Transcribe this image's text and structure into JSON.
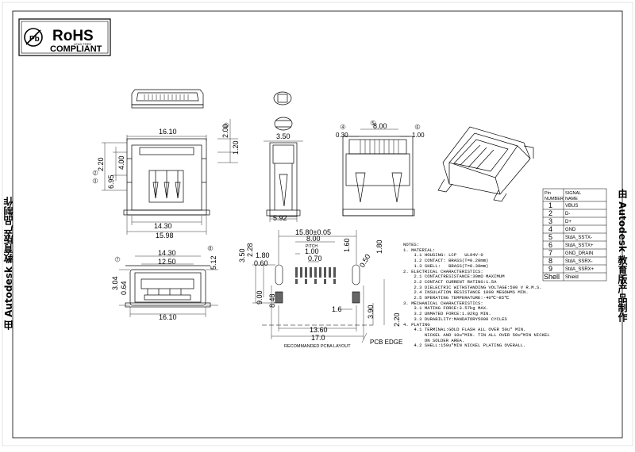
{
  "rohs": {
    "title": "RoHS",
    "sub": "LEAD FREE",
    "compliant": "COMPLIANT",
    "mark": "Pb"
  },
  "watermark": {
    "left": "由 Autodesk 教育版产品制作",
    "right": "由 Autodesk 教育版产品制作"
  },
  "dims": {
    "d16_10_top": "16.10",
    "d2_00": "2.00",
    "d1_20": "1.20",
    "d4_00": "4.00",
    "d2_20": "2.20",
    "d6_95": "6.95",
    "d14_30_top": "14.30",
    "d15_98": "15.98",
    "d3_50": "3.50",
    "d5_92": "5.92",
    "d8_00_top": "8.00",
    "d0_30": "0.30",
    "d1_00_top": "1.00",
    "d14_30_low": "14.30",
    "d12_50": "12.50",
    "d3_04": "3.04",
    "d0_64": "0.64",
    "d5_12": "5.12",
    "d16_10_low": "16.10",
    "d15_80": "15.80±0.05",
    "d8_00_pcb": "8.00",
    "pitch": "PITCH",
    "d1_00_pcb": "1.00",
    "d0_70": "0.70",
    "d3_50_pcb": "3.50",
    "d2_28": "2.28",
    "d1_80_l": "1.80",
    "d0_60": "0.60",
    "d1_60": "1.60",
    "d0_50": "0.50",
    "d1_80_r": "1.80",
    "d9_00": "9.00",
    "d8_48": "8.48",
    "d1_6": "1.6",
    "d3_90": "3.90",
    "d2_20_pcb": "2.20",
    "d13_60": "13.60",
    "d17_0": "17.0"
  },
  "callouts": {
    "c1": "1",
    "c2": "2",
    "c3": "3",
    "c4": "4",
    "c5": "5",
    "c6": "6",
    "c7": "7",
    "c8": "8"
  },
  "pcb_caption": "RECOMMANDED PCBA LAYOUT",
  "pcb_edge": "PCB EDGE",
  "notes": "NOTES:\n1. MATERIAL:\n    1.1 HOUSING: LCP   UL94V-0\n    1.2 CONTACT: BRASS(T=0.20mm)\n    1.3 SHELL:   BRASS(T=0.30mm)\n2. ELECTRICAL CHARACTERISTICS:\n    2.1 CONTACTRESISTANCE:30mΩ MAXIMUM\n    2.2 CONTACT CURRENT RATING:1.5A\n    2.3 DIELECTRIC WITHSTANDING VOLTAGE:500 V R.M.S.\n    2.4 INSULATION RESISTANCE 1000 MEGOHMS MIN.\n    2.5 OPERATING TEMPERATURE:-40℃~85℃\n3. MECHANICAL CHARACTERISTICS:\n    3.1 MATING FORCE:3.57kg MAX.\n    3.2 UNMATED FORCE:1.02kg MIN.\n    3.3 DURABILITY:MANDATORY5000 CYCLES\n4. PLATING\n    4.1 TERMINAL:GOLD FLASH ALL OVER 50u\" MIN.\n        NICKEL AND 10u\"MIN. TIN ALL OVER 50u\"MIN NICKEL\n        ON SOLDER AREA.\n    4.2 SHELL:150u\"MIN NICKEL PLATING OVERALL.",
  "pin_table": {
    "header_pin": "Pin\nNUMBER",
    "header_sig": "SIGNAL\nNAME",
    "rows": [
      {
        "pin": "1",
        "signal": "VBUS"
      },
      {
        "pin": "2",
        "signal": "D-"
      },
      {
        "pin": "3",
        "signal": "D+"
      },
      {
        "pin": "4",
        "signal": "GND"
      },
      {
        "pin": "5",
        "signal": "StdA_SSTX-"
      },
      {
        "pin": "6",
        "signal": "StdA_SSTX+"
      },
      {
        "pin": "7",
        "signal": "GND_DRAIN"
      },
      {
        "pin": "8",
        "signal": "StdA_SSRX-"
      },
      {
        "pin": "9",
        "signal": "StdA_SSRX+"
      },
      {
        "pin": "Shell",
        "signal": "Shield"
      }
    ]
  }
}
